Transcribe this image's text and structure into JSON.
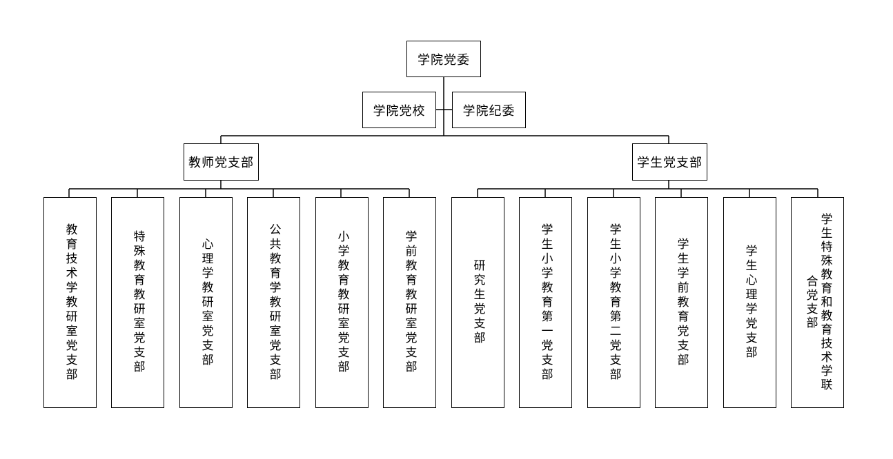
{
  "diagram": {
    "root": {
      "label": "学院党委"
    },
    "side_left": {
      "label": "学院党校"
    },
    "side_right": {
      "label": "学院纪委"
    },
    "branches": [
      {
        "label": "教师党支部",
        "children": [
          {
            "label": "教育技术学教研室党支部"
          },
          {
            "label": "特殊教育教研室党支部"
          },
          {
            "label": "心理学教研室党支部"
          },
          {
            "label": "公共教育学教研室党支部"
          },
          {
            "label": "小学教育教研室党支部"
          },
          {
            "label": "学前教育教研室党支部"
          }
        ]
      },
      {
        "label": "学生党支部",
        "children": [
          {
            "label": "研究生党支部"
          },
          {
            "label": "学生小学教育第一党支部"
          },
          {
            "label": "学生小学教育第二党支部"
          },
          {
            "label": "学生学前教育党支部"
          },
          {
            "label": "学生心理学党支部"
          },
          {
            "label": "学生特殊教育和教育技术学联合党支部"
          }
        ]
      }
    ]
  },
  "colors": {
    "line": "#000000",
    "box_border": "#000000",
    "background": "#ffffff"
  }
}
